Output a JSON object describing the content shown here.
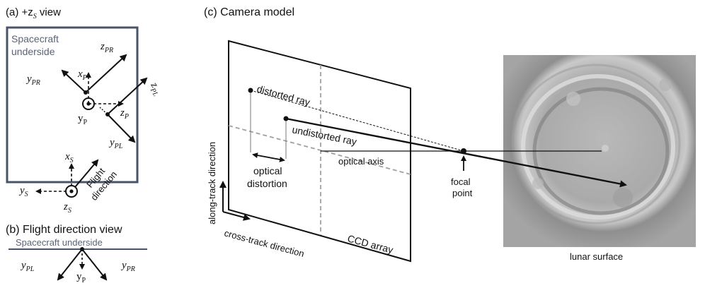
{
  "panel_a": {
    "title": "(a) +z",
    "title_sub": "S",
    "title_tail": " view",
    "box_label_1": "Spacecraft",
    "box_label_2": "underside",
    "axes": {
      "zPR": "z",
      "zPR_sub": "PR",
      "yPR": "y",
      "yPR_sub": "PR",
      "xP": "x",
      "xP_sub": "P",
      "zPL": "z",
      "zPL_sub": "PL",
      "yP": "y",
      "yP_sub": "P",
      "zP": "z",
      "zP_sub": "P",
      "yPL": "y",
      "yPL_sub": "PL",
      "xS": "x",
      "xS_sub": "S",
      "yS": "y",
      "yS_sub": "S",
      "zS": "z",
      "zS_sub": "S"
    },
    "flight_1": "Flight",
    "flight_2": "direction"
  },
  "panel_b": {
    "title": "(b) Flight direction view",
    "underside": "Spacecraft underside",
    "yPL": "y",
    "yPL_sub": "PL",
    "yP": "y",
    "yP_sub": "P",
    "yPR": "y",
    "yPR_sub": "PR"
  },
  "panel_c": {
    "title": "(c) Camera model",
    "distorted_ray": "distorted ray",
    "undistorted_ray": "undistorted ray",
    "optical_axis": "optical axis",
    "optical_distortion_1": "optical",
    "optical_distortion_2": "distortion",
    "focal_point_1": "focal",
    "focal_point_2": "point",
    "ccd_array": "CCD array",
    "along_track": "along-track direction",
    "cross_track": "cross-track direction",
    "lunar_surface": "lunar surface"
  },
  "colors": {
    "frame": "#4a5468",
    "label_grey": "#5a6478",
    "dashed": "#a0a0a0"
  }
}
